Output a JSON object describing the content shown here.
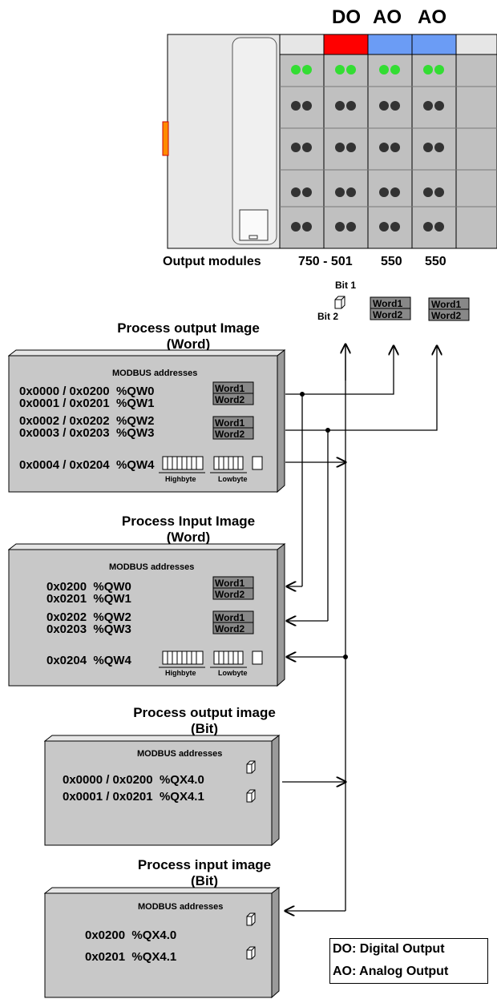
{
  "modules": {
    "labels": [
      "DO",
      "AO",
      "AO"
    ],
    "caption": "Output modules",
    "numbers": [
      "750 - 501",
      "550",
      "550"
    ],
    "colors": {
      "do": "#ff0000",
      "ao": "#6b9cf5",
      "led_on": "#33dd33",
      "led_off": "#333333"
    }
  },
  "bits": {
    "bit1": "Bit 1",
    "bit2": "Bit 2"
  },
  "words": {
    "w1": "Word1",
    "w2": "Word2"
  },
  "sections": [
    {
      "title1": "Process output Image",
      "title2": "(Word)",
      "modbus": "MODBUS addresses",
      "rows": [
        "0x0000 / 0x0200  %QW0\n0x0001 / 0x0201  %QW1",
        "0x0002 / 0x0202  %QW2\n0x0003 / 0x0203  %QW3",
        "0x0004 / 0x0204  %QW4"
      ],
      "highbyte": "Highbyte",
      "lowbyte": "Lowbyte"
    },
    {
      "title1": "Process Input Image",
      "title2": "(Word)",
      "modbus": "MODBUS addresses",
      "rows": [
        "0x0200  %QW0\n0x0201  %QW1",
        "0x0202  %QW2\n0x0203  %QW3",
        "0x0204  %QW4"
      ],
      "highbyte": "Highbyte",
      "lowbyte": "Lowbyte"
    },
    {
      "title1": "Process output image",
      "title2": "(Bit)",
      "modbus": "MODBUS addresses",
      "rows": [
        "0x0000 / 0x0200  %QX4.0",
        "0x0001 / 0x0201  %QX4.1"
      ]
    },
    {
      "title1": "Process input image",
      "title2": "(Bit)",
      "modbus": "MODBUS addresses",
      "rows": [
        "0x0200  %QX4.0",
        "0x0201  %QX4.1"
      ]
    }
  ],
  "legend": {
    "do": "DO: Digital Output",
    "ao": "AO: Analog Output"
  }
}
